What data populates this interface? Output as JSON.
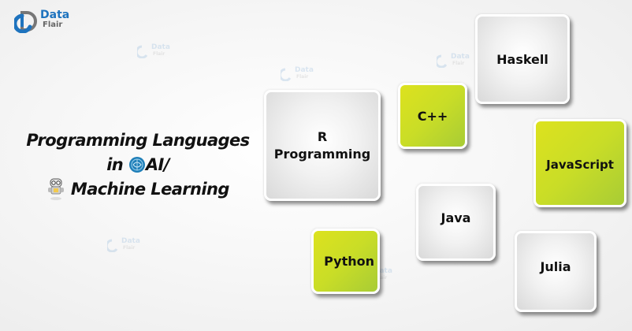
{
  "brand": {
    "name_line1": "Data",
    "name_line2": "Flair",
    "primary_color": "#1e73be",
    "secondary_color": "#666666"
  },
  "watermarks": [
    {
      "line1": "Data",
      "line2": "Flair"
    },
    {
      "line1": "Data",
      "line2": "Flair"
    },
    {
      "line1": "Data",
      "line2": "Flair"
    },
    {
      "line1": "Data",
      "line2": "Flair"
    },
    {
      "line1": "Data",
      "line2": "Flair"
    }
  ],
  "title": {
    "line1": "Programming Languages",
    "line2_prefix": "in",
    "line2_suffix": "AI/",
    "line3": "Machine Learning",
    "icons": [
      "brain-globe-icon",
      "robot-icon"
    ]
  },
  "languages": [
    {
      "name": "R Programming",
      "line1": "R",
      "line2": "Programming",
      "style": "gray"
    },
    {
      "name": "C++",
      "style": "green"
    },
    {
      "name": "Haskell",
      "style": "gray"
    },
    {
      "name": "JavaScript",
      "style": "green"
    },
    {
      "name": "Java",
      "style": "gray"
    },
    {
      "name": "Python",
      "style": "green"
    },
    {
      "name": "Julia",
      "style": "gray"
    }
  ],
  "colors": {
    "green_tile_start": "#dde21e",
    "green_tile_end": "#a8cc35",
    "gray_tile_center": "#ffffff",
    "gray_tile_edge": "#d9d9d9",
    "text": "#111111"
  }
}
